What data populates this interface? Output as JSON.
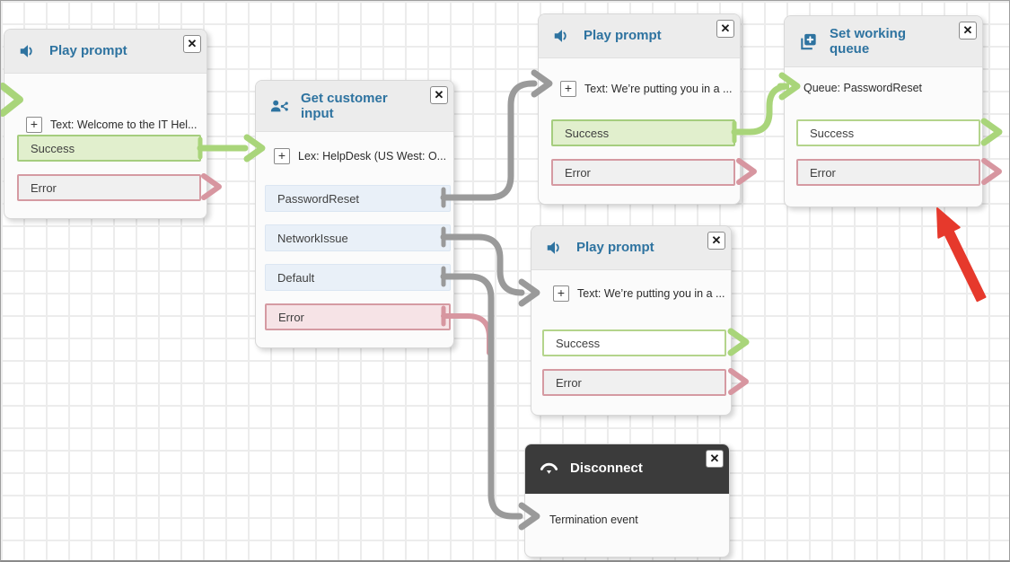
{
  "ui": {
    "close_glyph": "✕",
    "plus_glyph": "+"
  },
  "colors": {
    "accent_blue": "#2e73a0",
    "success_green": "#a9d57a",
    "error_rose": "#d796a0",
    "connector_gray": "#9a9a9a",
    "annotation_red": "#e6392c",
    "dark_header": "#3b3b3b"
  },
  "blocks": {
    "prompt_welcome": {
      "title": "Play prompt",
      "icon": "speaker-icon",
      "param": "Text: Welcome to the IT Hel...",
      "branches": {
        "success": "Success",
        "error": "Error"
      }
    },
    "get_customer_input": {
      "title": "Get customer input",
      "icon": "person-branch-icon",
      "param": "Lex: HelpDesk (US West: O...",
      "branches": [
        "PasswordReset",
        "NetworkIssue",
        "Default",
        "Error"
      ]
    },
    "prompt_queue_top": {
      "title": "Play prompt",
      "icon": "speaker-icon",
      "param": "Text: We’re putting you in a ...",
      "branches": {
        "success": "Success",
        "error": "Error"
      }
    },
    "set_working_queue": {
      "title": "Set working queue",
      "icon": "add-queue-icon",
      "param": "Queue: PasswordReset",
      "branches": {
        "success": "Success",
        "error": "Error"
      }
    },
    "prompt_queue_mid": {
      "title": "Play prompt",
      "icon": "speaker-icon",
      "param": "Text: We’re putting you in a ...",
      "branches": {
        "success": "Success",
        "error": "Error"
      }
    },
    "disconnect": {
      "title": "Disconnect",
      "icon": "phone-down-icon",
      "param": "Termination event"
    }
  }
}
